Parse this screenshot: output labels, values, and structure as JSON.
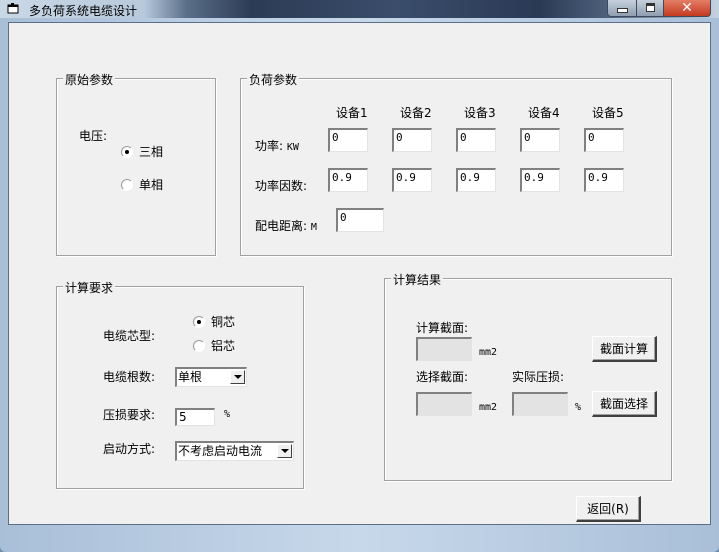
{
  "window": {
    "title": "多负荷系统电缆设计",
    "controls": {
      "minimize": "—",
      "maximize": "▫",
      "close": "✕"
    }
  },
  "original_params": {
    "group_label": "原始参数",
    "voltage_label": "电压:",
    "options": [
      {
        "label": "三相",
        "selected": true
      },
      {
        "label": "单相",
        "selected": false
      }
    ]
  },
  "load_params": {
    "group_label": "负荷参数",
    "devices": [
      "设备1",
      "设备2",
      "设备3",
      "设备4",
      "设备5"
    ],
    "power_label": "功率:",
    "power_unit": "KW",
    "power_values": [
      "0",
      "0",
      "0",
      "0",
      "0"
    ],
    "pf_label": "功率因数:",
    "pf_values": [
      "0.9",
      "0.9",
      "0.9",
      "0.9",
      "0.9"
    ],
    "distance_label": "配电距离:",
    "distance_unit": "M",
    "distance_value": "0"
  },
  "calc_requirements": {
    "group_label": "计算要求",
    "core_type_label": "电缆芯型:",
    "core_options": [
      {
        "label": "铜芯",
        "selected": true
      },
      {
        "label": "铝芯",
        "selected": false
      }
    ],
    "cable_count_label": "电缆根数:",
    "cable_count_value": "单根",
    "voltage_drop_label": "压损要求:",
    "voltage_drop_value": "5",
    "voltage_drop_unit": "%",
    "start_mode_label": "启动方式:",
    "start_mode_value": "不考虑启动电流"
  },
  "calc_results": {
    "group_label": "计算结果",
    "calc_section_label": "计算截面:",
    "calc_section_value": "",
    "calc_section_unit": "mm2",
    "calc_button": "截面计算",
    "select_section_label": "选择截面:",
    "select_section_value": "",
    "select_section_unit": "mm2",
    "actual_drop_label": "实际压损:",
    "actual_drop_value": "",
    "actual_drop_unit": "%",
    "select_button": "截面选择"
  },
  "footer": {
    "return_button": "返回(R)"
  }
}
